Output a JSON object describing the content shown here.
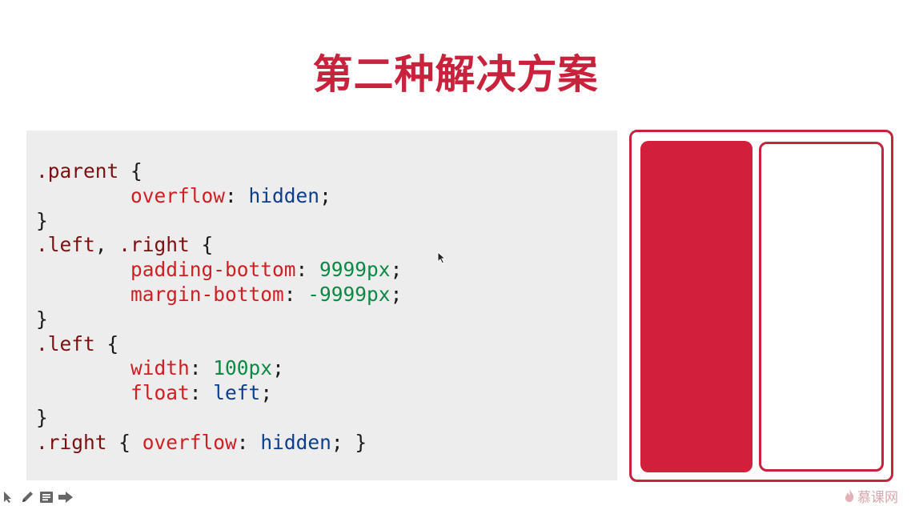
{
  "slide": {
    "title": "第二种解决方案"
  },
  "code": {
    "lines": [
      [
        {
          "t": ".parent",
          "c": "sel"
        },
        {
          "t": " {",
          "c": "punc"
        }
      ],
      [
        {
          "t": "        ",
          "c": "punc"
        },
        {
          "t": "overflow",
          "c": "prop"
        },
        {
          "t": ": ",
          "c": "punc"
        },
        {
          "t": "hidden",
          "c": "kw"
        },
        {
          "t": ";",
          "c": "punc"
        }
      ],
      [
        {
          "t": "}",
          "c": "punc"
        }
      ],
      [
        {
          "t": ".left",
          "c": "sel"
        },
        {
          "t": ", ",
          "c": "punc"
        },
        {
          "t": ".right",
          "c": "sel"
        },
        {
          "t": " {",
          "c": "punc"
        }
      ],
      [
        {
          "t": "        ",
          "c": "punc"
        },
        {
          "t": "padding-bottom",
          "c": "prop"
        },
        {
          "t": ": ",
          "c": "punc"
        },
        {
          "t": "9999px",
          "c": "num"
        },
        {
          "t": ";",
          "c": "punc"
        }
      ],
      [
        {
          "t": "        ",
          "c": "punc"
        },
        {
          "t": "margin-bottom",
          "c": "prop"
        },
        {
          "t": ": ",
          "c": "punc"
        },
        {
          "t": "-9999px",
          "c": "num"
        },
        {
          "t": ";",
          "c": "punc"
        }
      ],
      [
        {
          "t": "}",
          "c": "punc"
        }
      ],
      [
        {
          "t": ".left",
          "c": "sel"
        },
        {
          "t": " {",
          "c": "punc"
        }
      ],
      [
        {
          "t": "        ",
          "c": "punc"
        },
        {
          "t": "width",
          "c": "prop"
        },
        {
          "t": ": ",
          "c": "punc"
        },
        {
          "t": "100px",
          "c": "num"
        },
        {
          "t": ";",
          "c": "punc"
        }
      ],
      [
        {
          "t": "        ",
          "c": "punc"
        },
        {
          "t": "float",
          "c": "prop"
        },
        {
          "t": ": ",
          "c": "punc"
        },
        {
          "t": "left",
          "c": "kw"
        },
        {
          "t": ";",
          "c": "punc"
        }
      ],
      [
        {
          "t": "}",
          "c": "punc"
        }
      ],
      [
        {
          "t": ".right",
          "c": "sel"
        },
        {
          "t": " { ",
          "c": "punc"
        },
        {
          "t": "overflow",
          "c": "prop"
        },
        {
          "t": ": ",
          "c": "punc"
        },
        {
          "t": "hidden",
          "c": "kw"
        },
        {
          "t": "; }",
          "c": "punc"
        }
      ]
    ]
  },
  "colors": {
    "accent": "#c8223c",
    "selector": "#7a1010",
    "property": "#d01f22",
    "keyword": "#0d3e8c",
    "number": "#0a8a45",
    "code_background": "#ededed"
  },
  "toolbar": {
    "icons": [
      "pointer-icon",
      "pen-icon",
      "menu-icon",
      "next-icon"
    ]
  },
  "watermark": {
    "text": "慕课网",
    "icon": "flame-icon"
  }
}
